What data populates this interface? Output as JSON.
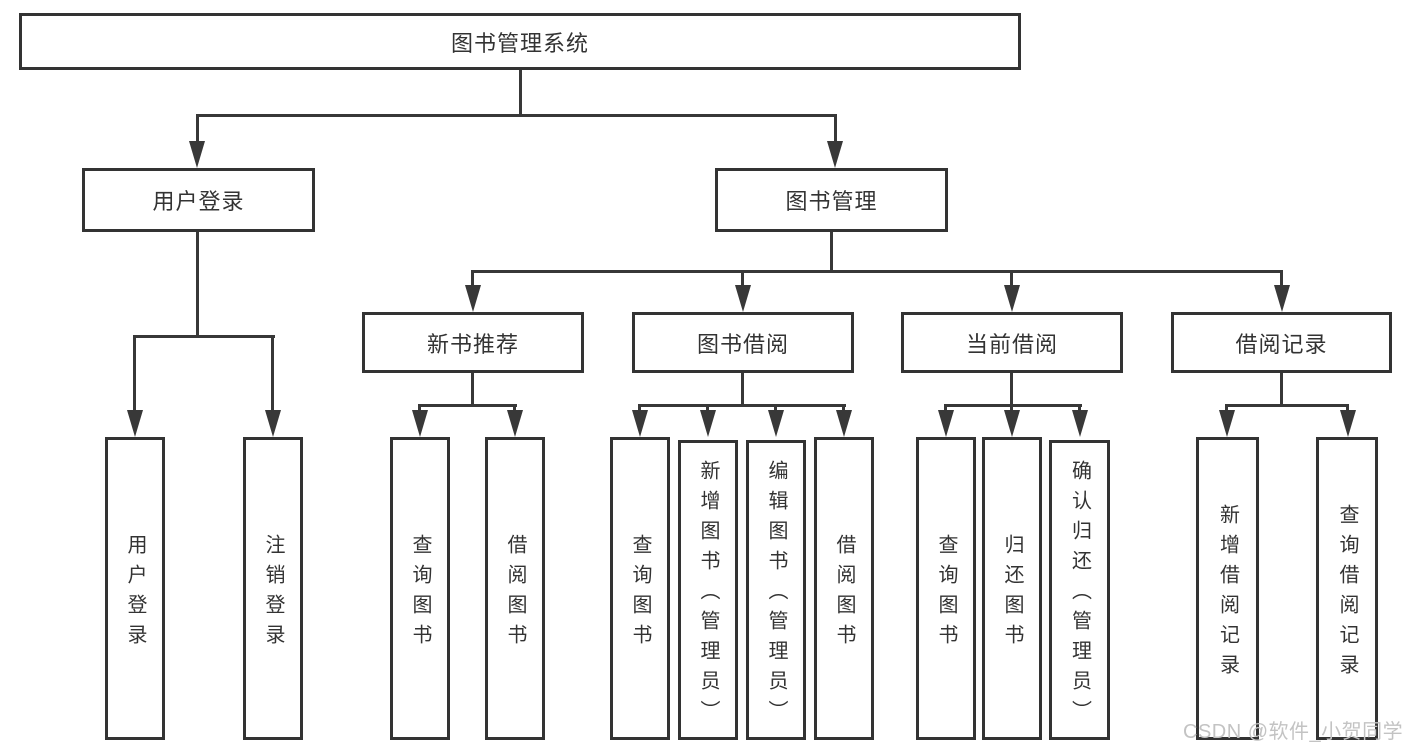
{
  "colors": {
    "line": "#383838",
    "text": "#333333",
    "background": "#ffffff",
    "watermark": "#c3c3c3"
  },
  "diagram": {
    "root": "图书管理系统",
    "level2": [
      "用户登录",
      "图书管理"
    ],
    "level3": [
      "新书推荐",
      "图书借阅",
      "当前借阅",
      "借阅记录"
    ],
    "leaves": {
      "userLogin": [
        "用户登录",
        "注销登录"
      ],
      "newBook": [
        "查询图书",
        "借阅图书"
      ],
      "bookBorrow": [
        "查询图书",
        "新增图书（管理员）",
        "编辑图书（管理员）",
        "借阅图书"
      ],
      "currentBorrow": [
        "查询图书",
        "归还图书",
        "确认归还（管理员）"
      ],
      "borrowRecords": [
        "新增借阅记录",
        "查询借阅记录"
      ]
    }
  },
  "watermark": {
    "text": "CSDN @软件_小贺同学"
  }
}
